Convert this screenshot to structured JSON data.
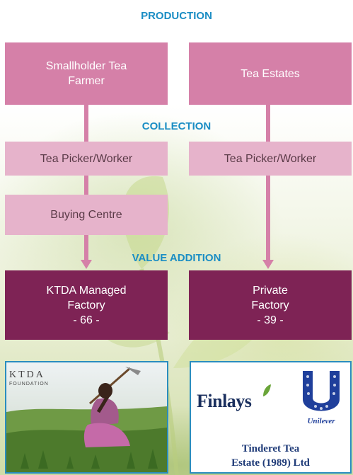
{
  "sections": {
    "production": "PRODUCTION",
    "collection": "COLLECTION",
    "value_addition": "VALUE ADDITION"
  },
  "boxes": {
    "smallholder": [
      "Smallholder Tea",
      "Farmer"
    ],
    "estates": "Tea Estates",
    "picker_left": "Tea Picker/Worker",
    "picker_right": "Tea Picker/Worker",
    "buying_centre": "Buying Centre",
    "ktda": [
      "KTDA Managed",
      "Factory",
      "- 66 -"
    ],
    "private": [
      "Private",
      "Factory",
      "- 39 -"
    ]
  },
  "logos": {
    "ktda": [
      "KTDA",
      "FOUNDATION"
    ],
    "finlays": "Finlays",
    "unilever": "Unilever"
  },
  "estate_name": [
    "Tinderet Tea",
    "Estate (1989) Ltd"
  ],
  "colors": {
    "heading": "#1a8dc4",
    "box": "#d580a8",
    "box_light": "#e6b3cb",
    "box_dark": "#7e2355",
    "panel_border": "#2a8dbf",
    "estate_text": "#1f3b78"
  }
}
